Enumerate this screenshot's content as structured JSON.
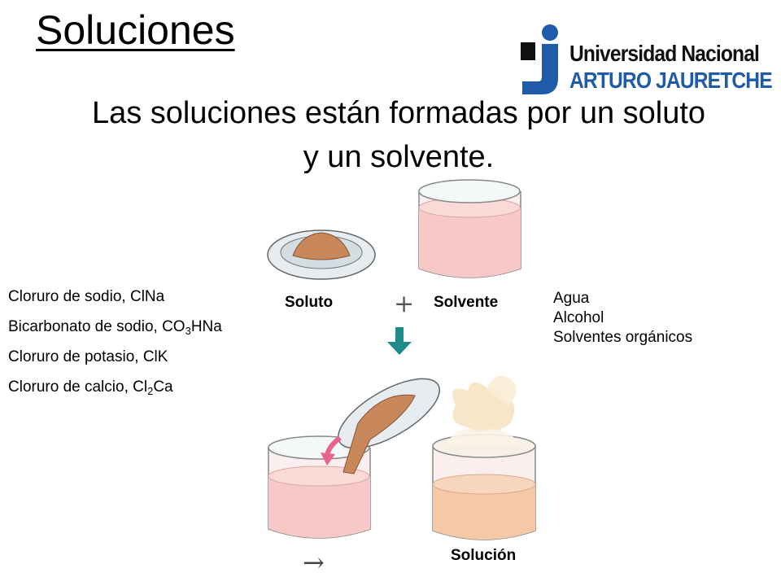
{
  "slide": {
    "title": "Soluciones",
    "subtitle": "Las soluciones están formadas por un soluto y un solvente."
  },
  "logo": {
    "line1": "Universidad Nacional",
    "line2": "ARTURO JAURETCHE",
    "colors": {
      "primary": "#1f5ba8",
      "text": "#111111"
    }
  },
  "solutes": {
    "items": [
      {
        "text": "Cloruro de sodio, ClNa",
        "sub": "",
        "after": ""
      },
      {
        "text": "Bicarbonato de sodio, CO",
        "sub": "3",
        "after": "HNa"
      },
      {
        "text": "Cloruro de potasio, ClK",
        "sub": "",
        "after": ""
      },
      {
        "text": "Cloruro de calcio, Cl",
        "sub": "2",
        "after": "Ca"
      }
    ]
  },
  "solvents": {
    "items": [
      "Agua",
      "Alcohol",
      "Solventes orgánicos"
    ]
  },
  "diagram": {
    "soluto_label": "Soluto",
    "plus_symbol": "+",
    "solvente_label": "Solvente",
    "arrow_symbol": "→",
    "solucion_label": "Solución",
    "colors": {
      "liquid": "#f6c9c6",
      "solute": "#c9875c",
      "arrow": "#1f8a8a",
      "pour_arrow": "#e8648a",
      "vapor": "#f7e3c2"
    }
  }
}
